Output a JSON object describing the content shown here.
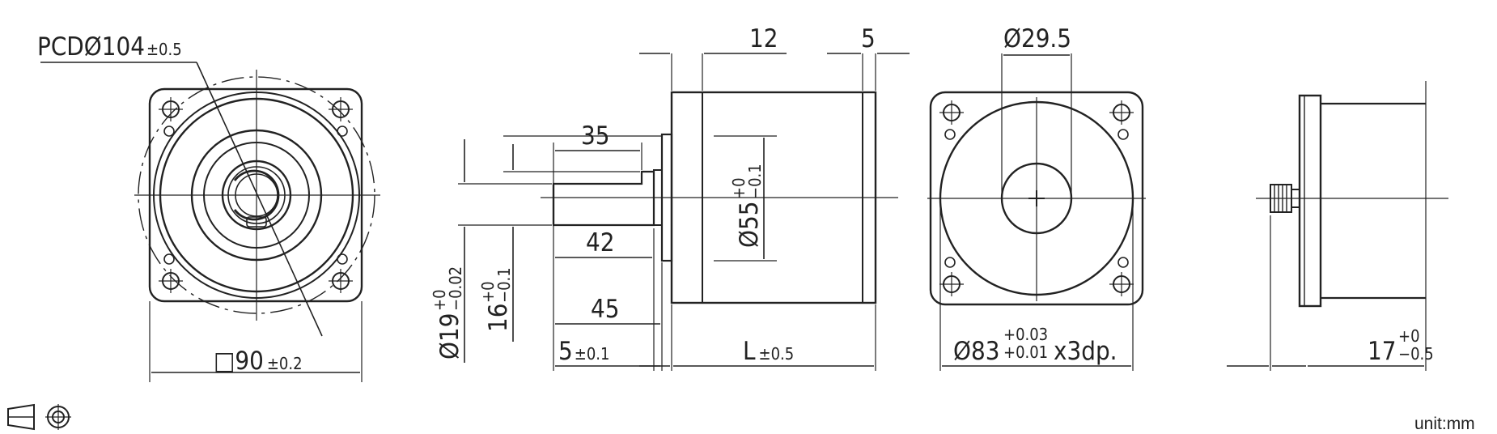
{
  "drawing": {
    "front_view": {
      "pcd_label": "PCDØ104",
      "pcd_tol": "±0.5",
      "square_label": "□90",
      "square_tol": "±0.2"
    },
    "side_view": {
      "d12": "12",
      "d5": "5",
      "d35": "35",
      "d42": "42",
      "d45": "45",
      "flange_label": "5",
      "flange_tol": "±0.1",
      "length_label": "L",
      "length_tol": "±0.5",
      "shaft_dia": "Ø19",
      "shaft_dia_up": "+0",
      "shaft_dia_low": "−0.02",
      "flat": "16",
      "flat_up": "+0",
      "flat_low": "−0.1",
      "pilot_dia": "Ø55",
      "pilot_up": "+0",
      "pilot_low": "−0.1"
    },
    "rear_view": {
      "bore_label": "Ø29.5",
      "hole_label": "Ø83",
      "hole_up": "+0.03",
      "hole_low": "+0.01",
      "hole_suffix": "x3dp."
    },
    "right_view": {
      "depth": "17",
      "depth_up": "+0",
      "depth_low": "−0.5"
    },
    "unit": "unit:mm"
  }
}
